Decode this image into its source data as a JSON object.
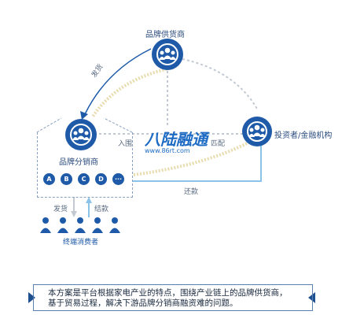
{
  "nodes": {
    "brand_supplier": "品牌供货商",
    "brand_distributor": "品牌分销商",
    "investor": "投资者/金融机构",
    "end_consumer": "终端消费者"
  },
  "edges": {
    "ship_top": "发货",
    "inbound": "入围",
    "match": "匹配",
    "repay": "还款",
    "ship_bottom": "发货",
    "settle": "结款"
  },
  "distributor_badges": [
    "A",
    "B",
    "C",
    "D",
    "···"
  ],
  "logo": {
    "main": "八陆融通",
    "sub": "www.86rt.com"
  },
  "note": {
    "line1": "本方案是平台根据家电产业的特点，围绕产业链上的品牌供货商，",
    "line2": "基于贸易过程，解决下游品牌分销商融资难的问题。"
  },
  "colors": {
    "primary": "#1e5aa8",
    "accent": "#e8dcae",
    "arrow": "#8bc3e8",
    "dash": "#b0b8c4"
  }
}
